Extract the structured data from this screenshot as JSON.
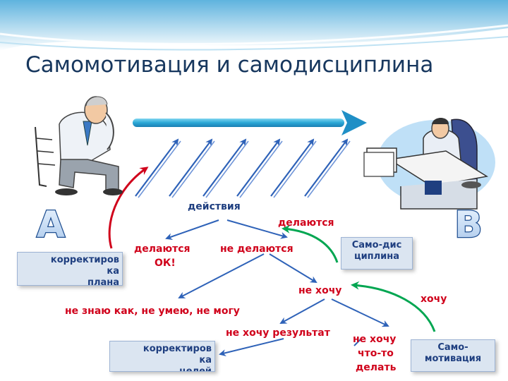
{
  "title": "Самомотивация и самодисциплина",
  "points": {
    "a": "A",
    "b": "B"
  },
  "labels": {
    "actions": "действия",
    "done_ok_1": "делаются",
    "done_ok_2": "ОК!",
    "not_done": "не делаются",
    "done": "делаются",
    "dont_know": "не знаю как, не умею, не могу",
    "dont_want": "не хочу",
    "want": "хочу",
    "dont_want_result": "не хочу результат",
    "dont_want_do_1": "не хочу",
    "dont_want_do_2": "что-то",
    "dont_want_do_3": "делать"
  },
  "boxes": {
    "plan_correction": "корректиров\nка\nплана",
    "self_discipline": "Само-дис\nциплина",
    "goal_correction": "корректиров\nка\nцелей",
    "self_motivation": "Само-\nмотивация"
  },
  "colors": {
    "title": "#17375e",
    "tree": "#2e62b8",
    "red": "#d0021b",
    "green": "#00a651",
    "arrow": "#29a9d8"
  }
}
